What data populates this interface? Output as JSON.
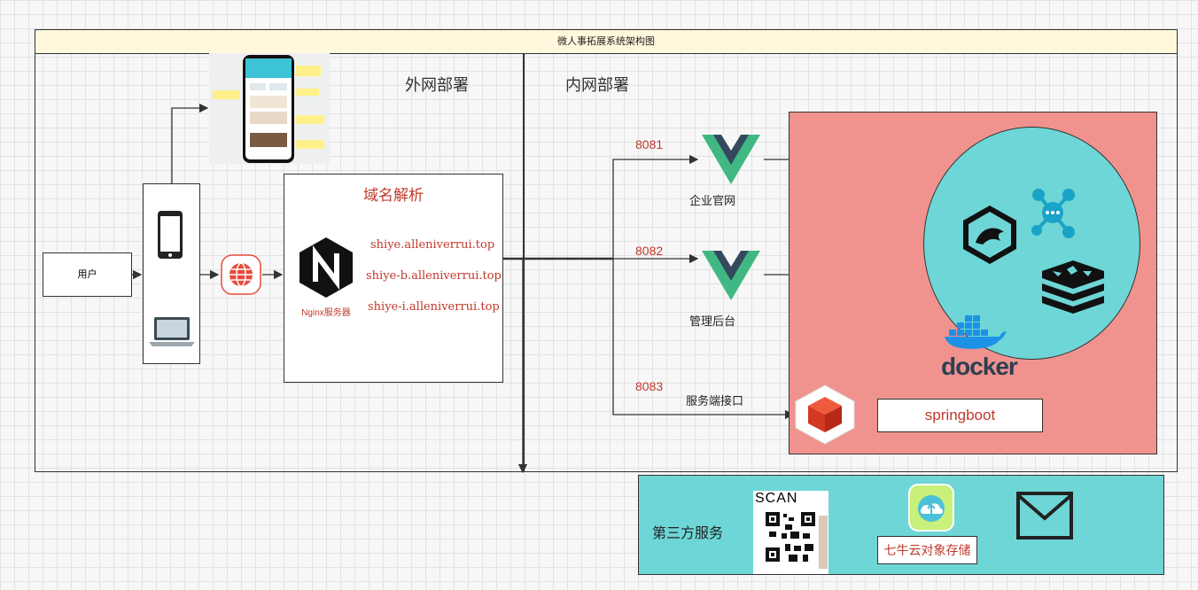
{
  "diagram": {
    "title": "微人事拓展系统架构图",
    "zones": {
      "external": "外网部署",
      "internal": "内网部署"
    },
    "user": "用户",
    "dns": {
      "title": "域名解析",
      "server_label": "Nginx服务器",
      "domains": [
        "shiye.alleniverrui.top",
        "shiye-b.alleniverrui.top",
        "shiye-i.alleniverrui.top"
      ]
    },
    "ports": [
      "8081",
      "8082",
      "8083"
    ],
    "services": {
      "portal": "企业官网",
      "admin": "管理后台",
      "api": "服务端接口"
    },
    "backend": {
      "springboot": "springboot",
      "docker": "docker"
    },
    "third_party": {
      "title": "第三方服务",
      "qiniu": "七牛云对象存储",
      "scan": "SCAN"
    },
    "colors": {
      "vue_green": "#41b883",
      "vue_dark": "#35495e",
      "red_panel": "#f0938f",
      "teal": "#6ed6d6",
      "accent_red": "#c0392b"
    }
  }
}
